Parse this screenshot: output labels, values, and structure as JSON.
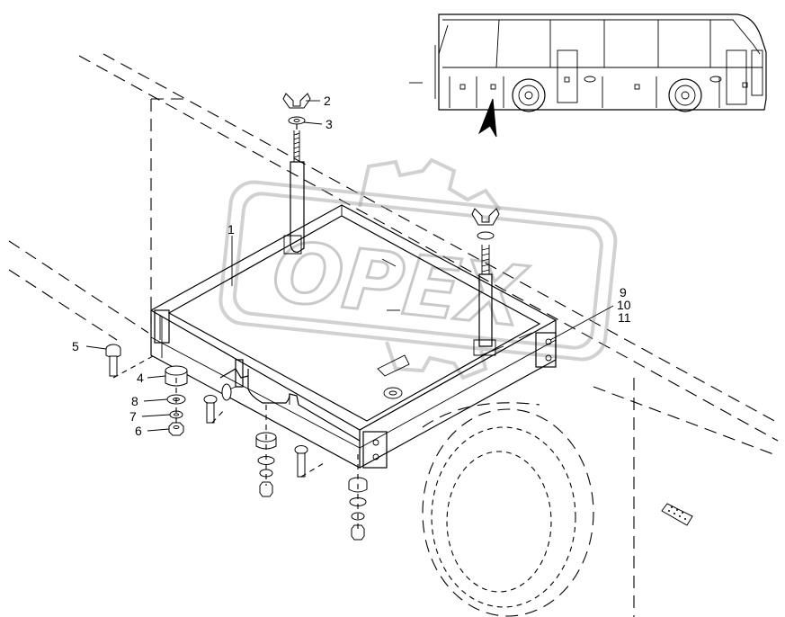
{
  "labels": {
    "p1": "1",
    "p2": "2",
    "p3": "3",
    "p4": "4",
    "p5": "5",
    "p6": "6",
    "p7": "7",
    "p8": "8",
    "p9": "9",
    "p10": "10",
    "p11": "11"
  },
  "watermark": {
    "text": "OPEX"
  },
  "colors": {
    "line": "#000000",
    "background": "#ffffff",
    "watermark": "#9a9a9a"
  }
}
